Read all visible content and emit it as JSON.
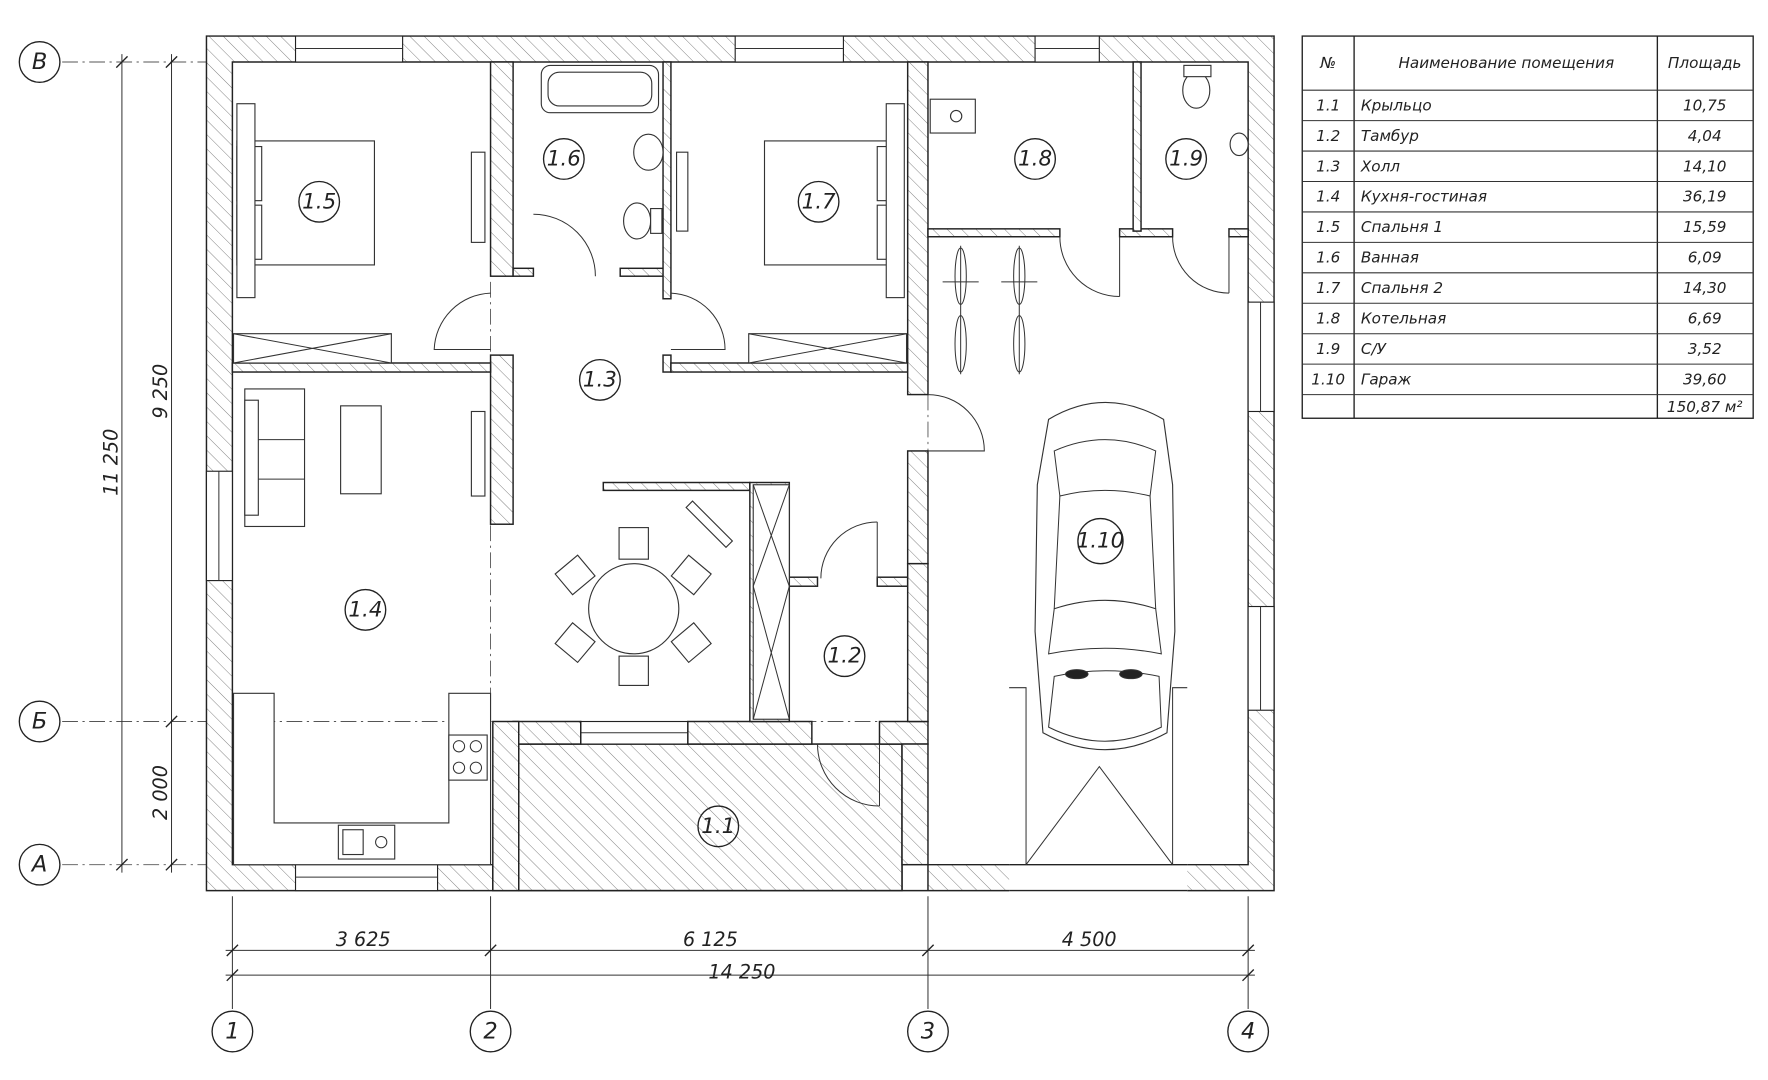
{
  "table": {
    "headers": {
      "no": "№",
      "name": "Наименование помещения",
      "area": "Площадь"
    },
    "rows": [
      {
        "no": "1.1",
        "name": "Крыльцо",
        "area": "10,75"
      },
      {
        "no": "1.2",
        "name": "Тамбур",
        "area": "4,04"
      },
      {
        "no": "1.3",
        "name": "Холл",
        "area": "14,10"
      },
      {
        "no": "1.4",
        "name": "Кухня-гостиная",
        "area": "36,19"
      },
      {
        "no": "1.5",
        "name": "Спальня 1",
        "area": "15,59"
      },
      {
        "no": "1.6",
        "name": "Ванная",
        "area": "6,09"
      },
      {
        "no": "1.7",
        "name": "Спальня 2",
        "area": "14,30"
      },
      {
        "no": "1.8",
        "name": "Котельная",
        "area": "6,69"
      },
      {
        "no": "1.9",
        "name": "С/У",
        "area": "3,52"
      },
      {
        "no": "1.10",
        "name": "Гараж",
        "area": "39,60"
      }
    ],
    "total": "150,87 м²"
  },
  "dimensions": {
    "horizontal": [
      "3 625",
      "6 125",
      "4 500"
    ],
    "horizontal_total": "14 250",
    "vertical_total": "11 250",
    "vertical": [
      "9 250",
      "2 000"
    ]
  },
  "axes": {
    "columns": [
      "1",
      "2",
      "3",
      "4"
    ],
    "rows": [
      "В",
      "Б",
      "А"
    ]
  }
}
